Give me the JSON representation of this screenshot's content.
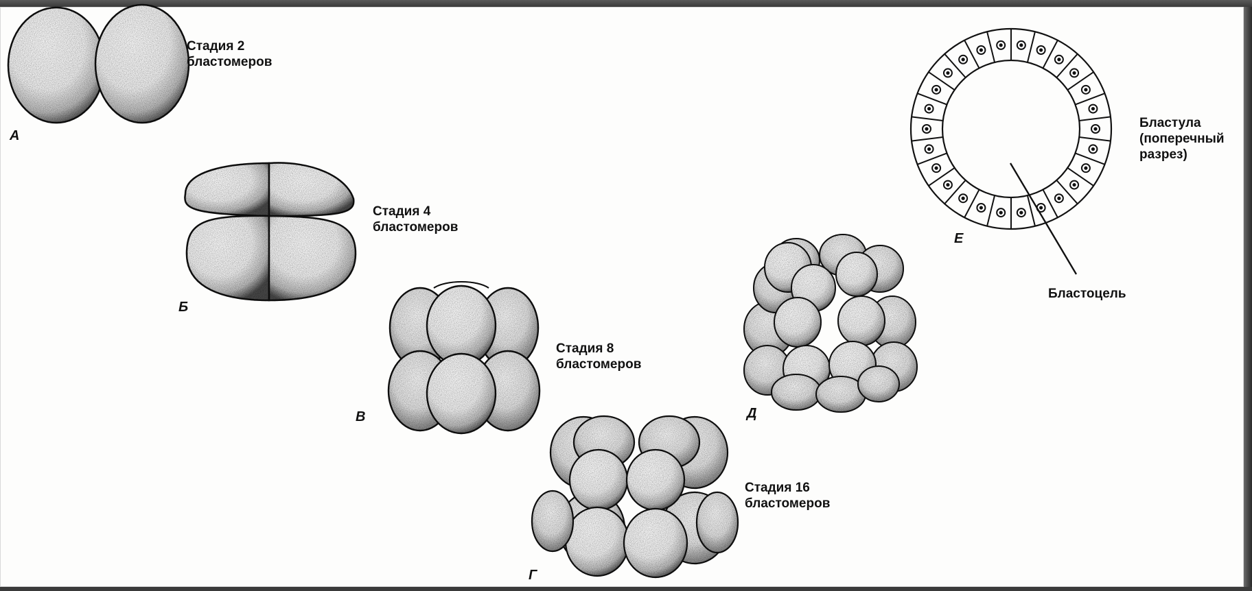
{
  "figure": {
    "stages": [
      {
        "id": "A",
        "letter": "А",
        "label": "Стадия 2\nбластомеров"
      },
      {
        "id": "B",
        "letter": "Б",
        "label": "Стадия 4\nбластомеров"
      },
      {
        "id": "V",
        "letter": "В",
        "label": "Стадия 8\nбластомеров"
      },
      {
        "id": "G",
        "letter": "Г",
        "label": "Стадия 16\nбластомеров"
      },
      {
        "id": "D",
        "letter": "Д",
        "label": ""
      },
      {
        "id": "E",
        "letter": "Е",
        "label": "Бластула\n(поперечный\nразрез)"
      }
    ],
    "blastocoel_label": "Бластоцель"
  },
  "colors": {
    "ink": "#111111",
    "shade": "#3a3a3a",
    "paper": "#fdfdfc",
    "frame": "#2e2e2e"
  }
}
